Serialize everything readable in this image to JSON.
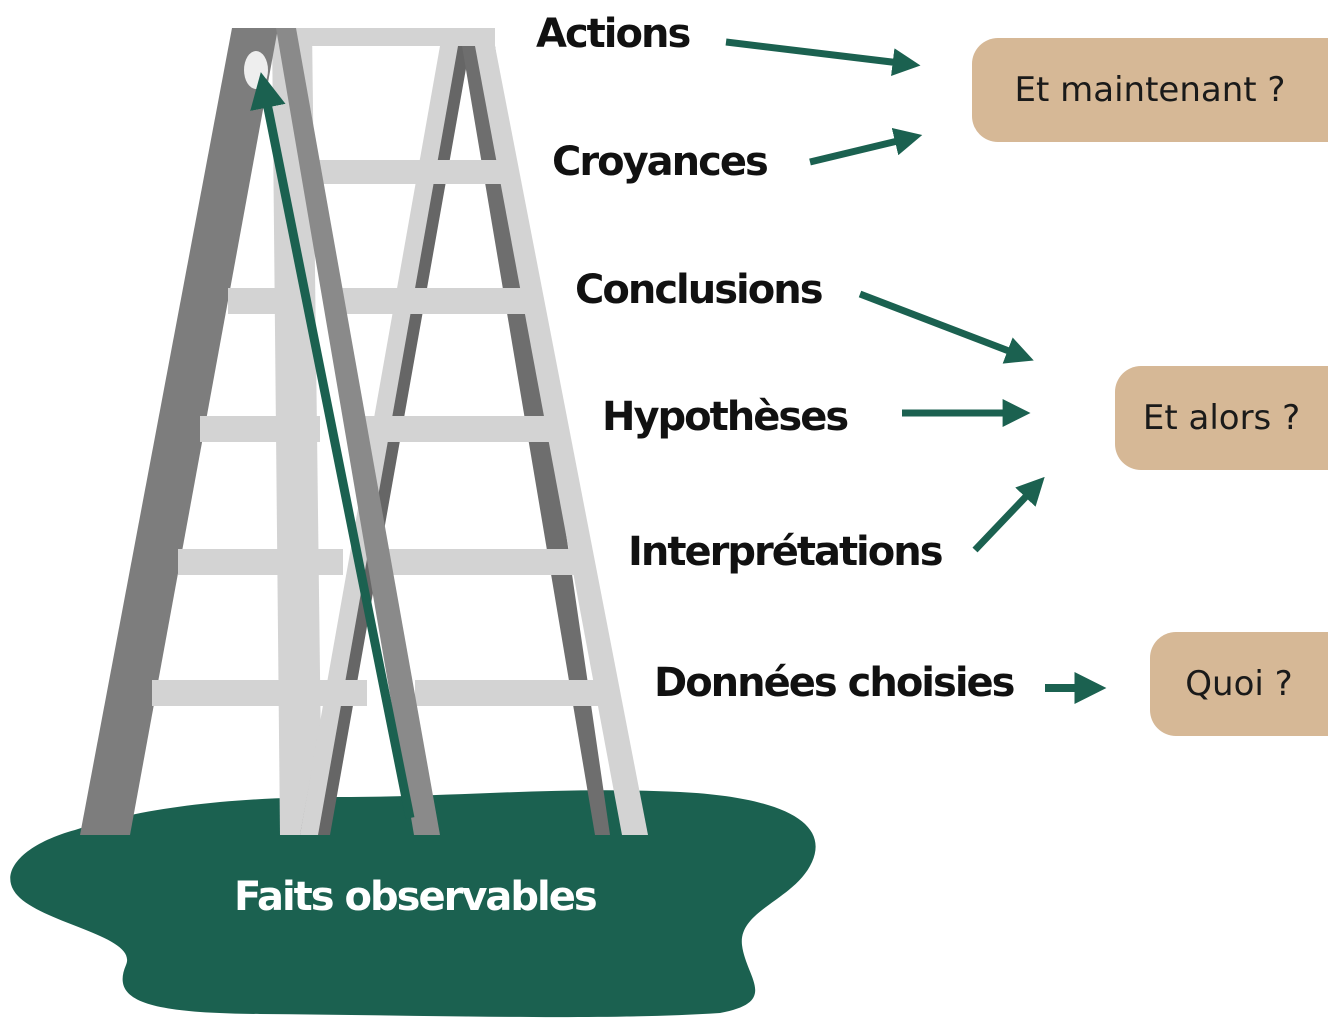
{
  "ground": {
    "label": "Faits observables"
  },
  "rungs": {
    "actions": "Actions",
    "croyances": "Croyances",
    "conclusions": "Conclusions",
    "hypotheses": "Hypothèses",
    "interpretations": "Interprétations",
    "donnees": "Données choisies"
  },
  "questions": {
    "maintenant": "Et maintenant ?",
    "alors": "Et alors ?",
    "quoi": "Quoi ?"
  },
  "colors": {
    "accent_green": "#1b6150",
    "question_fill": "#d6b896",
    "ladder_dark": "#7d7d7d",
    "ladder_darker": "#666666",
    "ladder_light": "#d3d3d3"
  },
  "icons": {
    "ladder": "ladder-illustration",
    "ground": "ground-puddle",
    "arrows": "arrow-right"
  }
}
